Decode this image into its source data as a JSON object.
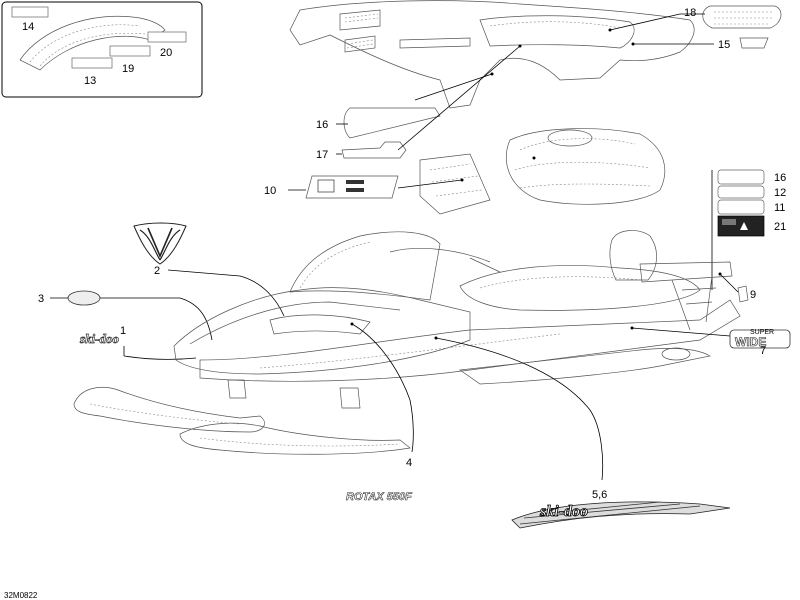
{
  "reference_code": "32M0822",
  "callouts": {
    "c1": "1",
    "c2": "2",
    "c3": "3",
    "c4": "4",
    "c56": "5,6",
    "c7": "7",
    "c9": "9",
    "c10": "10",
    "c11": "11",
    "c12": "12",
    "c13": "13",
    "c14": "14",
    "c15": "15",
    "c16a": "16",
    "c16b": "16",
    "c17": "17",
    "c18": "18",
    "c19": "19",
    "c20": "20",
    "c21": "21"
  },
  "decals": {
    "brand_logo": "ski-doo",
    "engine_logo": "ROTAX 550F",
    "super_wide_top": "SUPER",
    "super_wide_main": "WIDE",
    "side_logo": "ski-doo"
  }
}
